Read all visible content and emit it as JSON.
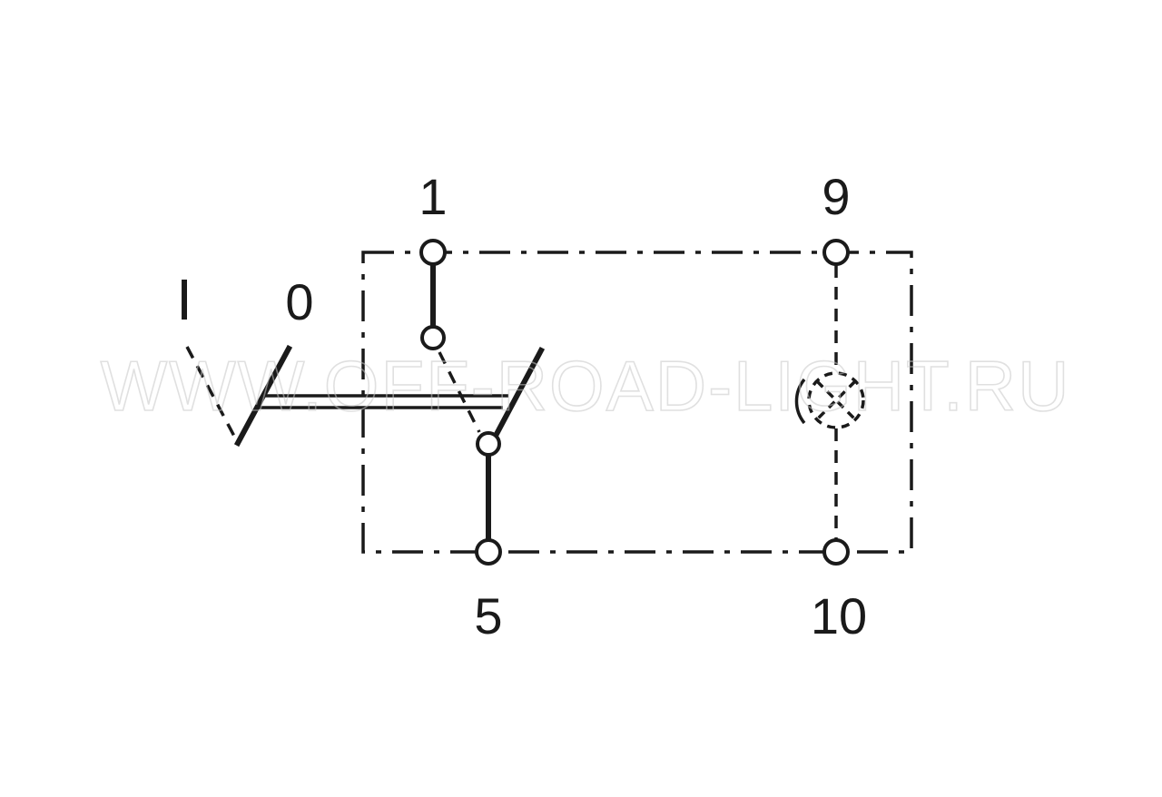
{
  "diagram": {
    "terminals": {
      "t1": "1",
      "t9": "9",
      "t5": "5",
      "t10": "10"
    },
    "positions": {
      "on": "I",
      "off": "0"
    },
    "watermark": "WWW.OFF-ROAD-LIGHT.RU"
  },
  "colors": {
    "line": "#1a1a1a",
    "background": "#ffffff",
    "watermark": "#c8c8c8"
  }
}
